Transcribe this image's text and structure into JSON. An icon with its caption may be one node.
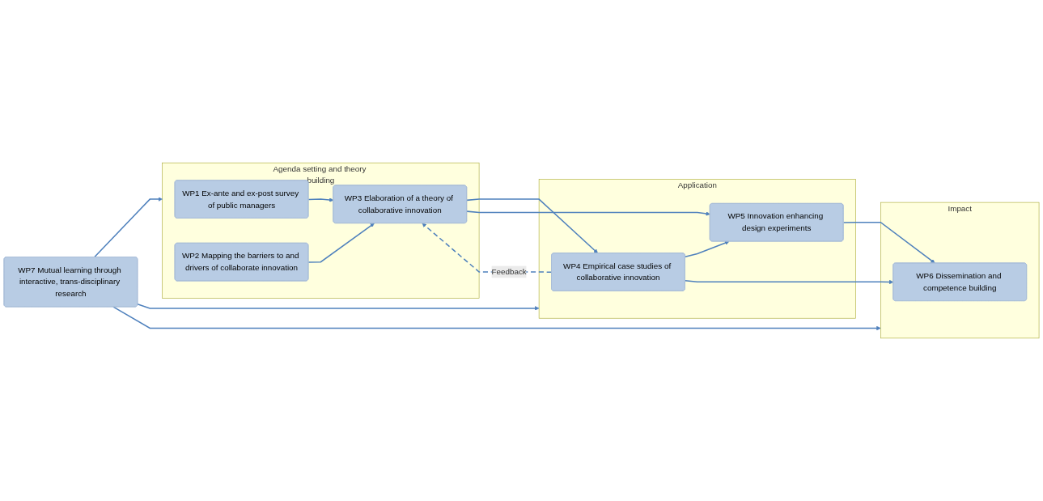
{
  "diagram": {
    "nodes": [
      {
        "text": [
          "Agenda setting and theory building"
        ]
      },
      {
        "text": [
          "WP1 Ex-ante and ex-post survey of public managers"
        ],
        "in": 0
      },
      {
        "text": [
          "WP3 Elaboration of a theory of collaborative innovation"
        ],
        "in": 0
      },
      {
        "text": [
          "WP2 Mapping the barriers to and drivers of collaborate innovation"
        ],
        "in": 0
      },
      {
        "text": [
          "Application"
        ]
      },
      {
        "text": [
          "WP4 Empirical case studies of collaborative innovation"
        ],
        "in": 4
      },
      {
        "text": [
          "WP5 Innovation enhancing design experiments"
        ],
        "in": 4
      },
      {
        "text": [
          "Impact"
        ]
      },
      {
        "text": [
          "WP6 Dissemination and competence building"
        ],
        "in": 7
      },
      {
        "text": [
          "WP7 Mutual learning through interactive, trans-disciplinary research"
        ]
      }
    ],
    "edges": [
      {
        "from": 1,
        "to": 2,
        "arrow": "to"
      },
      {
        "from": 3,
        "to": 2,
        "arrow": "to"
      },
      {
        "from": 2,
        "to": 5,
        "arrow": "to"
      },
      {
        "from": 2,
        "to": 6,
        "arrow": "to"
      },
      {
        "from": 5,
        "to": 6,
        "arrow": "to"
      },
      {
        "from": 5,
        "to": 8,
        "arrow": "to"
      },
      {
        "from": 6,
        "to": 8,
        "arrow": "to"
      },
      {
        "from": 5,
        "to": 2,
        "arrow": "to",
        "label": "Feedback",
        "style": "dashed"
      },
      {
        "from": 9,
        "to": 0,
        "arrow": "to"
      },
      {
        "from": 9,
        "to": 4,
        "arrow": "to"
      },
      {
        "from": 9,
        "to": 7,
        "arrow": "to"
      }
    ]
  }
}
